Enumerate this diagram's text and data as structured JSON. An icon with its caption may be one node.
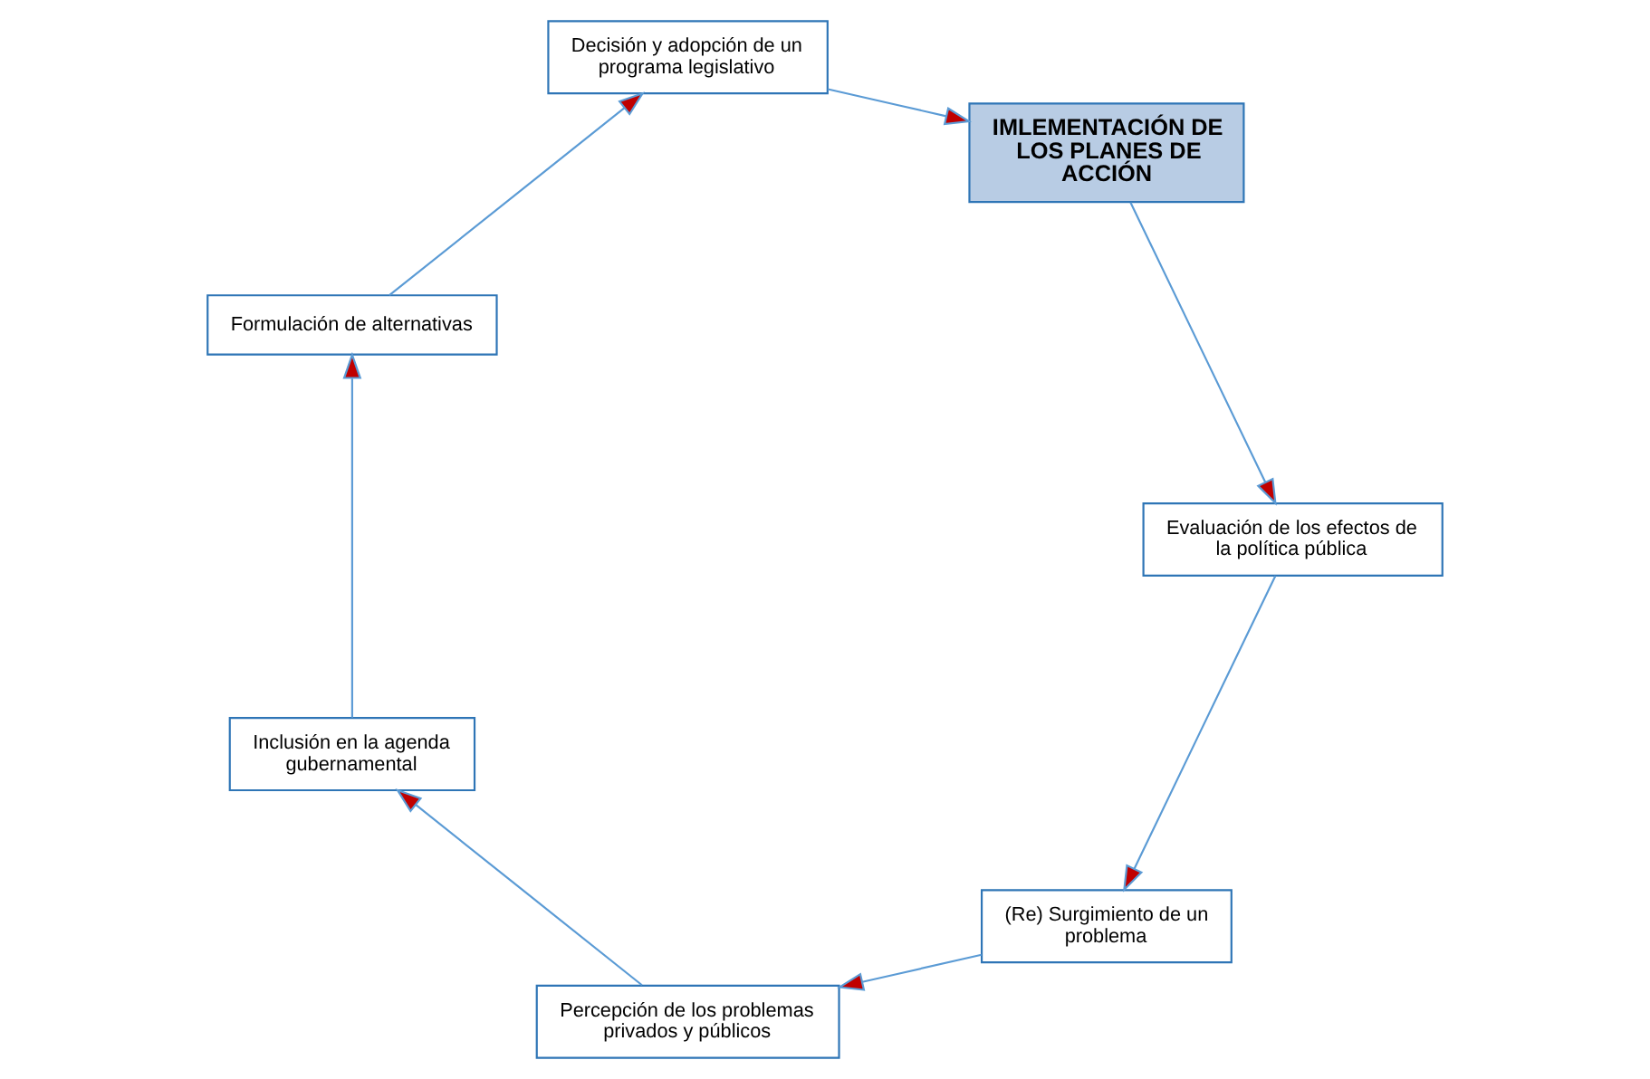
{
  "diagram": {
    "nodes": [
      {
        "text": [
          "(Re) Surgimiento de un problema"
        ]
      },
      {
        "text": [
          "Evaluación de los efectos de la política pública"
        ]
      },
      {
        "text": [
          "Percepción de los problemas privados y públicos"
        ]
      },
      {
        "text": [
          "IMLEMENTACIÓN DE LOS PLANES DE ACCIÓN"
        ]
      },
      {
        "text": [
          "Inclusión en la agenda gubernamental"
        ]
      },
      {
        "text": [
          "Decisión y adopción de un programa legislativo"
        ]
      },
      {
        "text": [
          "Formulación de alternativas"
        ]
      }
    ],
    "edges": [
      {
        "from": 0,
        "to": 2,
        "arrow": "to"
      },
      {
        "from": 2,
        "to": 4,
        "arrow": "to"
      },
      {
        "from": 4,
        "to": 6,
        "arrow": "to"
      },
      {
        "from": 6,
        "to": 5,
        "arrow": "to"
      },
      {
        "from": 5,
        "to": 3,
        "arrow": "to"
      },
      {
        "from": 3,
        "to": 1,
        "arrow": "to"
      },
      {
        "from": 1,
        "to": 0,
        "arrow": "to"
      }
    ]
  }
}
